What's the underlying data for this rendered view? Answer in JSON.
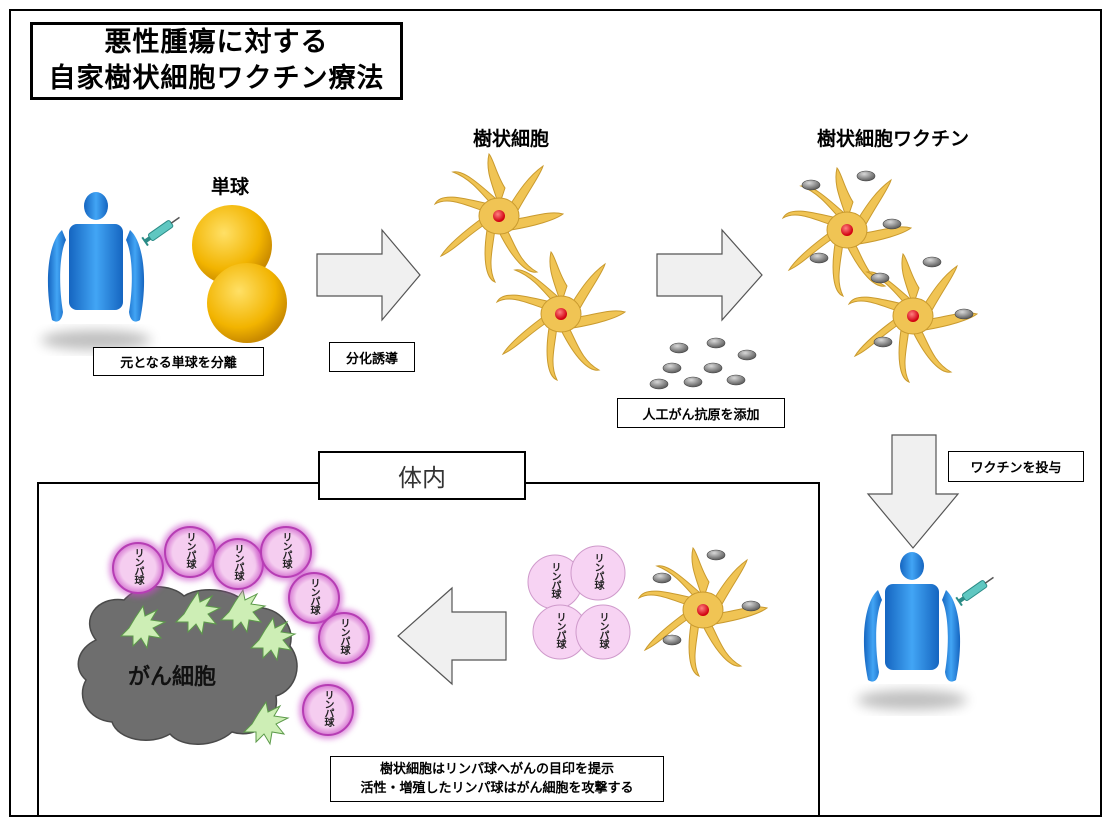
{
  "title": {
    "line1": "悪性腫瘍に対する",
    "line2": "自家樹状細胞ワクチン療法"
  },
  "headings": {
    "monocyte": "単球",
    "dendritic_cell": "樹状細胞",
    "dendritic_vaccine": "樹状細胞ワクチン"
  },
  "labels": {
    "separate": "元となる単球を分離",
    "differentiate": "分化誘導",
    "add_antigen": "人工がん抗原を添加",
    "administer": "ワクチンを投与"
  },
  "body": {
    "label": "体内",
    "cancer": "がん細胞",
    "lymphocyte": "リンパ球",
    "caption_line1": "樹状細胞はリンパ球へがんの目印を提示",
    "caption_line2": "活性・増殖したリンパ球はがん細胞を攻撃する"
  },
  "colors": {
    "person": "#1a7fd8",
    "monocyte": "#f2b400",
    "dendritic": "#f0c454",
    "nucleus": "#e8141b",
    "antigen": "#7a7a7a",
    "lymphocyte_glow": "#c94bc8",
    "lymphocyte_fill": "#f5cdf0",
    "cancer": "#6e6e6e",
    "contact": "#bfe6a8"
  }
}
